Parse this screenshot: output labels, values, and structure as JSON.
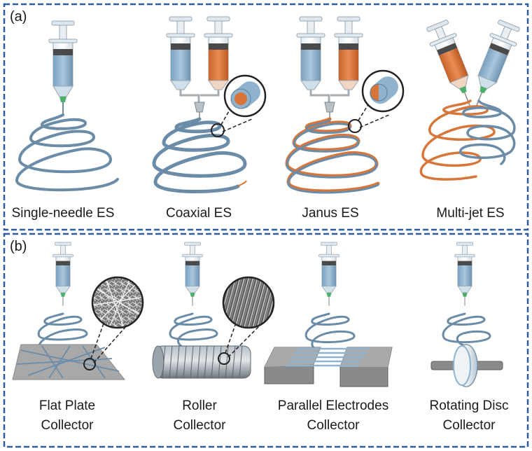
{
  "panels": {
    "a": {
      "label": "(a)",
      "items": [
        {
          "label": "Single-needle ES"
        },
        {
          "label": "Coaxial ES"
        },
        {
          "label": "Janus ES"
        },
        {
          "label": "Multi-jet ES"
        }
      ]
    },
    "b": {
      "label": "(b)",
      "items": [
        {
          "line1": "Flat Plate",
          "line2": "Collector"
        },
        {
          "line1": "Roller",
          "line2": "Collector"
        },
        {
          "line1": "Parallel Electrodes",
          "line2": "Collector"
        },
        {
          "line1": "Rotating Disc",
          "line2": "Collector"
        }
      ]
    }
  },
  "colors": {
    "frame": "#2f5aa3",
    "fiber_blue": "#6a8ca8",
    "fiber_orange": "#d8763a",
    "solution_blue": "#8fb3cf",
    "solution_orange": "#d9763a",
    "needle_green": "#4caf6a",
    "collector_gray": "#8a8a8a"
  }
}
